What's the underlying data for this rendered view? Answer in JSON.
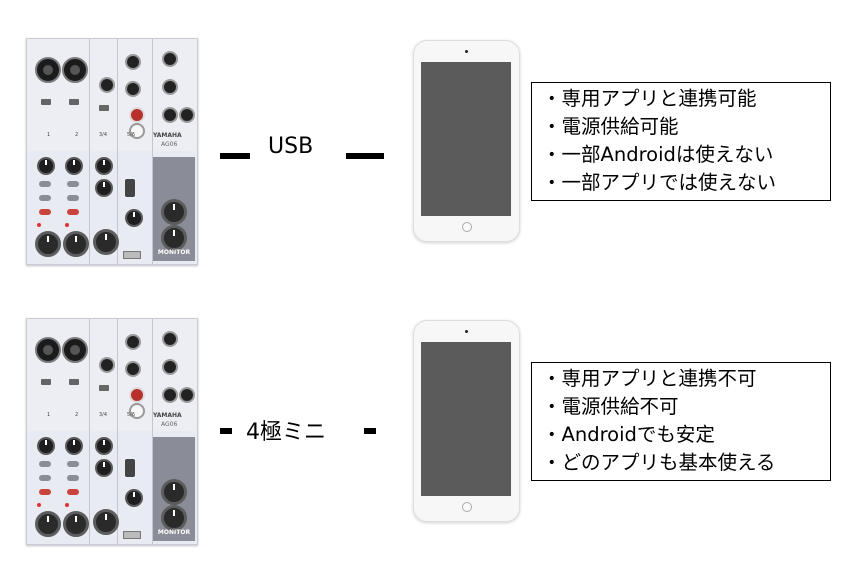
{
  "rows": [
    {
      "id": "usb",
      "connection_label": "USB",
      "notes": [
        "・専用アプリと連携可能",
        "・電源供給可能",
        "・一部Androidは使えない",
        "・一部アプリでは使えない"
      ]
    },
    {
      "id": "mini",
      "connection_label": "4極ミニ",
      "notes": [
        "・専用アプリと連携不可",
        "・電源供給不可",
        "・Androidでも安定",
        "・どのアプリも基本使える"
      ]
    }
  ],
  "mixer": {
    "brand": "YAMAHA",
    "model": "AG06",
    "channel_labels": [
      "1",
      "2",
      "3/4",
      "5/6"
    ],
    "monitor_label": "MONITOR"
  }
}
